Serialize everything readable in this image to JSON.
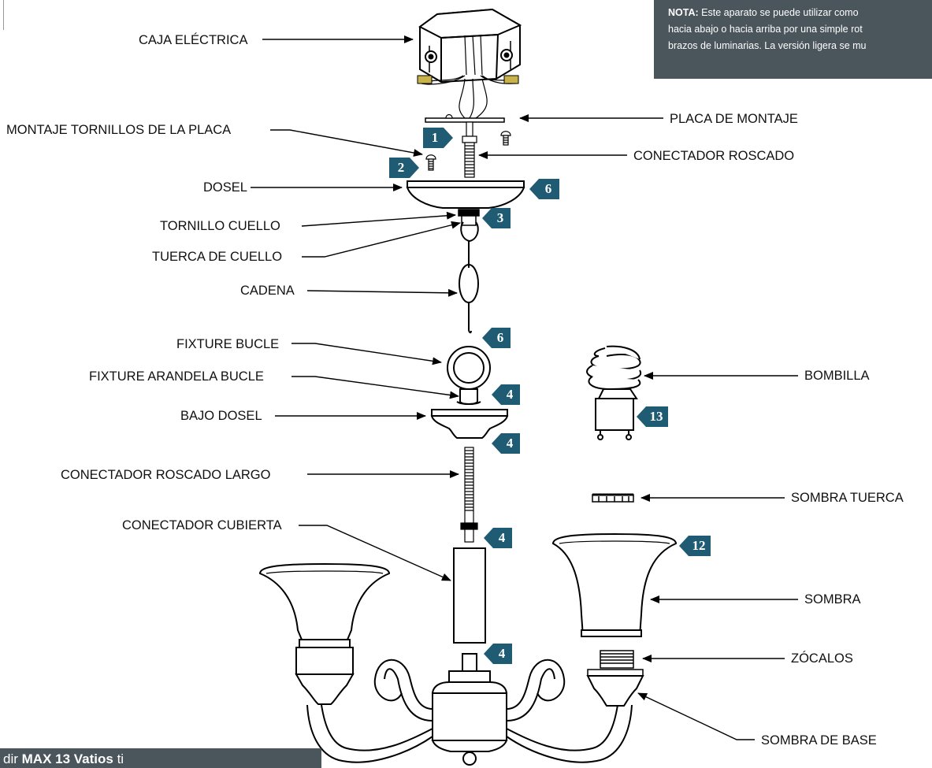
{
  "note": {
    "bold": "NOTA:",
    "line1": " Este aparato se puede utilizar como",
    "line2": "hacia abajo o hacia arriba por una simple rot",
    "line3": "brazos de luminarias. La versión ligera se mu"
  },
  "bottom_bar": {
    "prefix": "dir ",
    "bold": "MAX 13 Vatios",
    "suffix": " ti"
  },
  "labels": {
    "caja": "CAJA ELÉCTRICA",
    "placa": "PLACA DE MONTAJE",
    "tornillos": "MONTAJE TORNILLOS DE LA PLACA",
    "conectador": "CONECTADOR ROSCADO",
    "dosel": "DOSEL",
    "tornillo_cuello": "TORNILLO CUELLO",
    "tuerca_cuello": "TUERCA DE CUELLO",
    "cadena": "CADENA",
    "fixture_bucle": "FIXTURE BUCLE",
    "fixture_arandela": "FIXTURE ARANDELA BUCLE",
    "bajo_dosel": "BAJO DOSEL",
    "conectador_largo": "CONECTADOR ROSCADO LARGO",
    "conectador_cubierta": "CONECTADOR CUBIERTA",
    "bombilla": "BOMBILLA",
    "sombra_tuerca": "SOMBRA TUERCA",
    "sombra": "SOMBRA",
    "zocalos": "ZÓCALOS",
    "sombra_base": "SOMBRA DE BASE"
  },
  "steps": [
    "1",
    "2",
    "6",
    "3",
    "6",
    "4",
    "4",
    "4",
    "4",
    "13",
    "12"
  ],
  "colors": {
    "badge": "#1f5c73",
    "panel": "#4a555c",
    "line": "#000000"
  }
}
